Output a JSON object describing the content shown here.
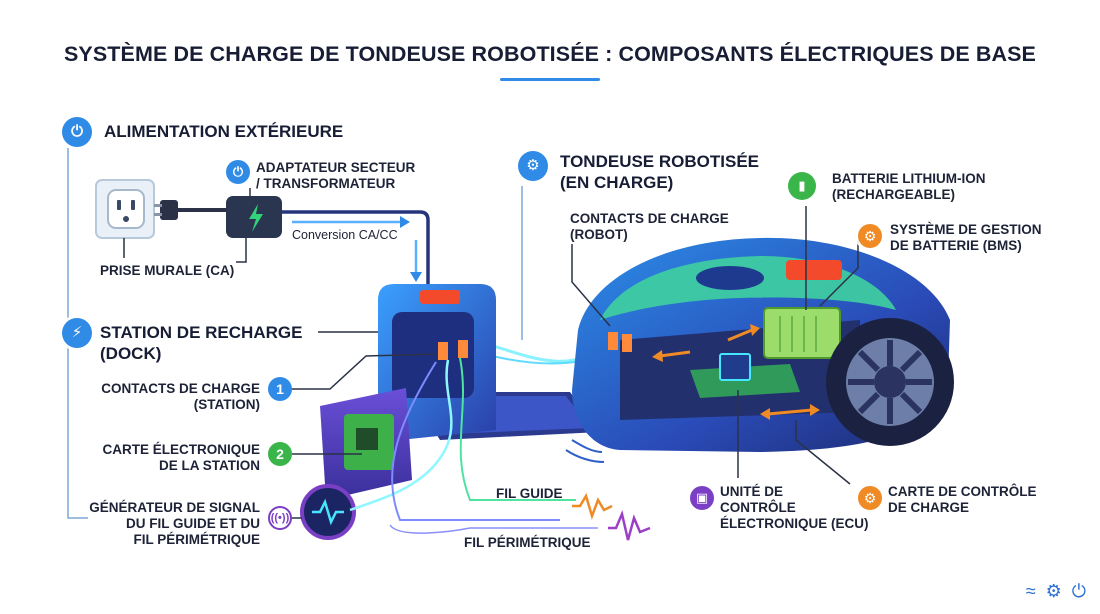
{
  "title": "SYSTÈME DE CHARGE DE TONDEUSE ROBOTISÉE : COMPOSANTS ÉLECTRIQUES DE BASE",
  "sections": {
    "outdoor_power": "ALIMENTATION EXTÉRIEURE",
    "dock": [
      "STATION DE RECHARGE",
      "(DOCK)"
    ],
    "mower": [
      "TONDEUSE ROBOTISÉE",
      "(EN CHARGE)"
    ]
  },
  "labels": {
    "adapter": [
      "ADAPTATEUR SECTEUR",
      "/ TRANSFORMATEUR"
    ],
    "conversion": "Conversion CA/CC",
    "wall_outlet": "PRISE MURALE (CA)",
    "station_contacts": [
      "CONTACTS DE CHARGE",
      "(STATION)"
    ],
    "station_board": [
      "CARTE ÉLECTRONIQUE",
      "DE LA STATION"
    ],
    "signal_generator": [
      "GÉNÉRATEUR DE SIGNAL",
      "DU FIL GUIDE ET DU",
      "FIL PÉRIMÉTRIQUE"
    ],
    "guide_wire": "FIL GUIDE",
    "perimeter_wire": "FIL PÉRIMÉTRIQUE",
    "robot_contacts": [
      "CONTACTS DE CHARGE",
      "(ROBOT)"
    ],
    "battery": [
      "BATTERIE LITHIUM-ION",
      "(RECHARGEABLE)"
    ],
    "bms": [
      "SYSTÈME DE GESTION",
      "DE BATTERIE (BMS)"
    ],
    "ecu": [
      "UNITÉ DE",
      "CONTRÔLE",
      "ÉLECTRONIQUE (ECU)"
    ],
    "charge_board": [
      "CARTE DE CONTRÔLE",
      "DE CHARGE"
    ]
  },
  "badges": {
    "one": "1",
    "two": "2"
  },
  "icons": {
    "outdoor_power": "plug-icon",
    "adapter": "plug-icon",
    "dock": "lightning-icon",
    "mower": "gears-icon",
    "battery": "battery-icon",
    "bms": "gear-icon",
    "ecu": "chip-icon",
    "charge_board": "gear-icon",
    "signal": "signal-wave-icon"
  },
  "colors": {
    "blue": "#2f8be6",
    "green": "#3ab54a",
    "orange": "#f08a24",
    "purple": "#7a3fc4",
    "navy": "#1e3a8a"
  }
}
